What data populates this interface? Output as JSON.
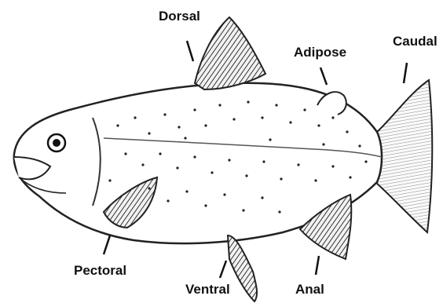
{
  "labels": {
    "dorsal": "Dorsal",
    "adipose": "Adipose",
    "caudal": "Caudal",
    "pectoral": "Pectoral",
    "ventral": "Ventral",
    "anal": "Anal"
  },
  "colors": {
    "ink": "#111111",
    "body": "#ffffff",
    "fin_shade": "#555555"
  }
}
